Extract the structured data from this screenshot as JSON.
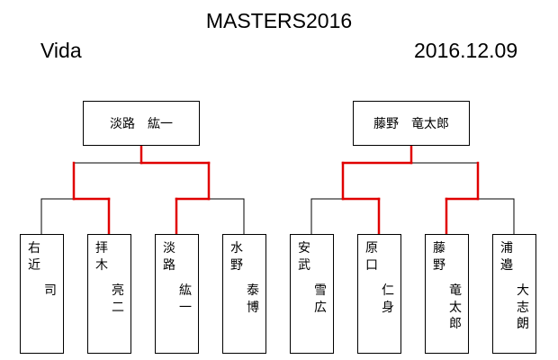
{
  "header": {
    "title": "MASTERS2016",
    "name": "Vida",
    "date": "2016.12.09"
  },
  "finalists": [
    {
      "label": "淡路　紘一"
    },
    {
      "label": "藤野　竜太郎"
    }
  ],
  "players": [
    {
      "surname": "右近",
      "given": "司"
    },
    {
      "surname": "拝木",
      "given": "亮二"
    },
    {
      "surname": "淡路",
      "given": "紘一"
    },
    {
      "surname": "水野",
      "given": "泰博"
    },
    {
      "surname": "安武",
      "given": "雪広"
    },
    {
      "surname": "原口",
      "given": "仁身"
    },
    {
      "surname": "藤野",
      "given": "竜太郎"
    },
    {
      "surname": "浦邉",
      "given": "大志朗"
    }
  ],
  "colors": {
    "line": "#000000",
    "winner_path": "#e00000",
    "background": "#ffffff"
  }
}
